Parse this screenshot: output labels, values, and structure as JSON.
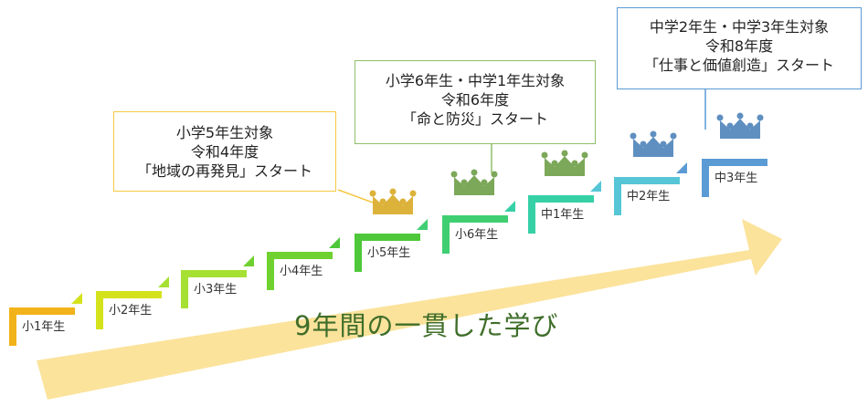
{
  "arrow_label": "9年間の一貫した学び",
  "steps": [
    {
      "label": "小1年生",
      "color": "#f2b21a"
    },
    {
      "label": "小2年生",
      "color": "#d4e21c"
    },
    {
      "label": "小3年生",
      "color": "#a6e033"
    },
    {
      "label": "小4年生",
      "color": "#6fd12f"
    },
    {
      "label": "小5年生",
      "color": "#4ec83a"
    },
    {
      "label": "小6年生",
      "color": "#3fcf72"
    },
    {
      "label": "中1年生",
      "color": "#36d0a6"
    },
    {
      "label": "中2年生",
      "color": "#56c6d6"
    },
    {
      "label": "中3年生",
      "color": "#5b9bd5"
    }
  ],
  "callouts": [
    {
      "lines": [
        "小学5年生対象",
        "令和4年度",
        "「地域の再発見」スタート"
      ],
      "border_color": "#f5c842"
    },
    {
      "lines": [
        "小学6年生・中学1年生対象",
        "令和6年度",
        "「命と防災」スタート"
      ],
      "border_color": "#8fbf6a"
    },
    {
      "lines": [
        "中学2年生・中学3年生対象",
        "令和8年度",
        "「仕事と価値創造」スタート"
      ],
      "border_color": "#5b9bd5"
    }
  ],
  "crowns": [
    {
      "color": "#dcb23a"
    },
    {
      "color": "#7ca85a"
    },
    {
      "color": "#7ca85a"
    },
    {
      "color": "#5f8fc0"
    },
    {
      "color": "#5f8fc0"
    }
  ],
  "arrow_color": "#fbe39c"
}
